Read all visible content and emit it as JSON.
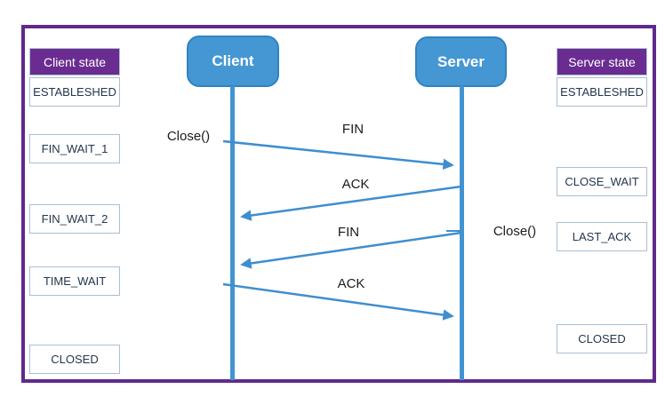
{
  "colors": {
    "frame_purple": "#61298C",
    "header_purple": "#6B2C91",
    "actor_blue": "#4597D3",
    "arrow_blue": "#3E8ECF",
    "state_box_border": "#A9BFD2",
    "state_text": "#24364E"
  },
  "actors": {
    "client": "Client",
    "server": "Server"
  },
  "left_column": {
    "header": "Client state",
    "states": [
      "ESTABLESHED",
      "FIN_WAIT_1",
      "FIN_WAIT_2",
      "TIME_WAIT",
      "CLOSED"
    ]
  },
  "right_column": {
    "header": "Server state",
    "states": [
      "ESTABLESHED",
      "CLOSE_WAIT",
      "LAST_ACK",
      "CLOSED"
    ]
  },
  "messages": [
    {
      "label": "FIN",
      "from": "Client",
      "to": "Server"
    },
    {
      "label": "ACK",
      "from": "Server",
      "to": "Client"
    },
    {
      "label": "FIN",
      "from": "Server",
      "to": "Client"
    },
    {
      "label": "ACK",
      "from": "Client",
      "to": "Server"
    }
  ],
  "annotations": {
    "client_close": "Close()",
    "server_close": "Close()"
  }
}
